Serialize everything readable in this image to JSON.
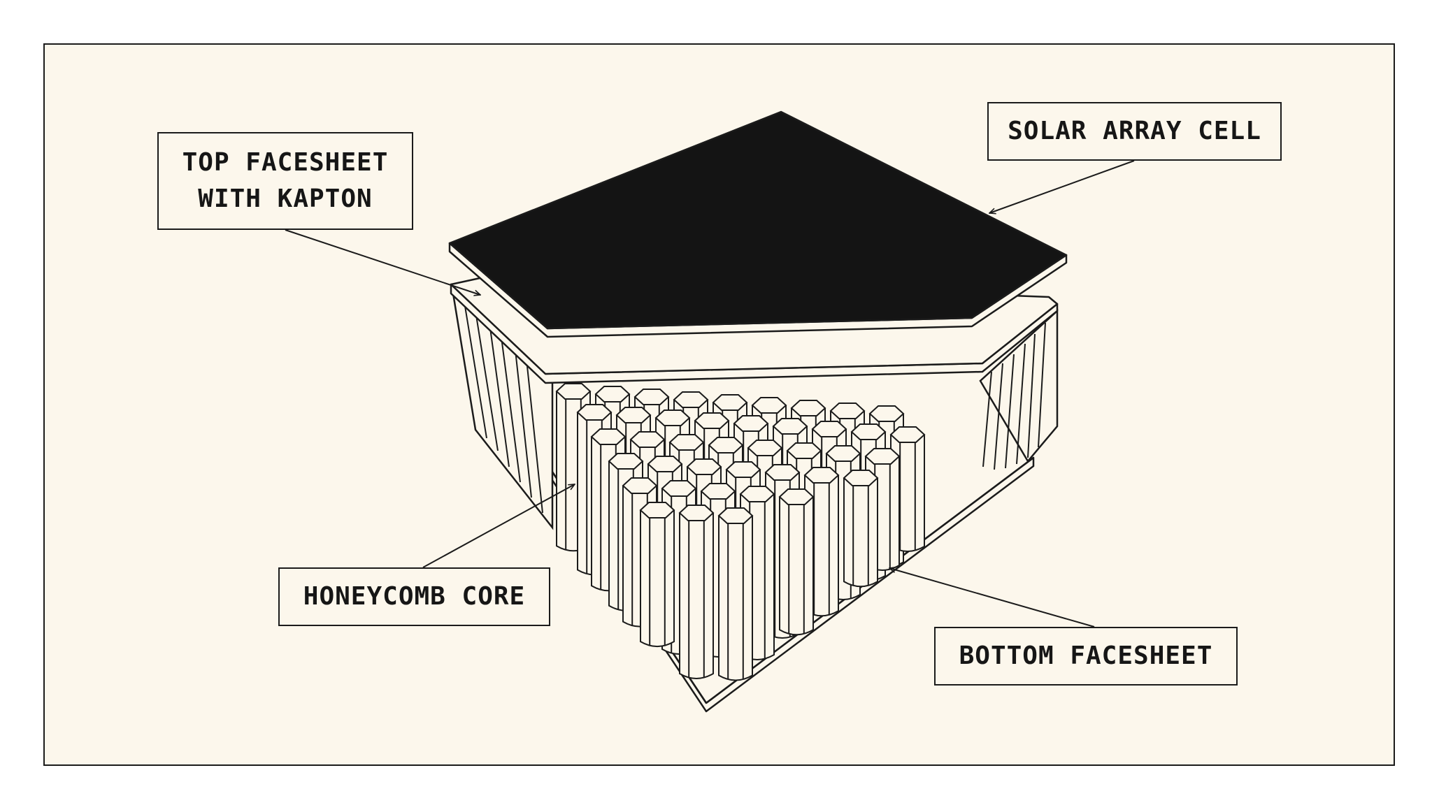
{
  "labels": {
    "top_facesheet": [
      "TOP FACESHEET",
      "WITH KAPTON"
    ],
    "solar_array_cell": "SOLAR ARRAY CELL",
    "honeycomb_core": "HONEYCOMB CORE",
    "bottom_facesheet": "BOTTOM FACESHEET"
  },
  "colors": {
    "background": "#fcf7ec",
    "ink": "#1b1b1b",
    "solar_cell": "#141414"
  }
}
